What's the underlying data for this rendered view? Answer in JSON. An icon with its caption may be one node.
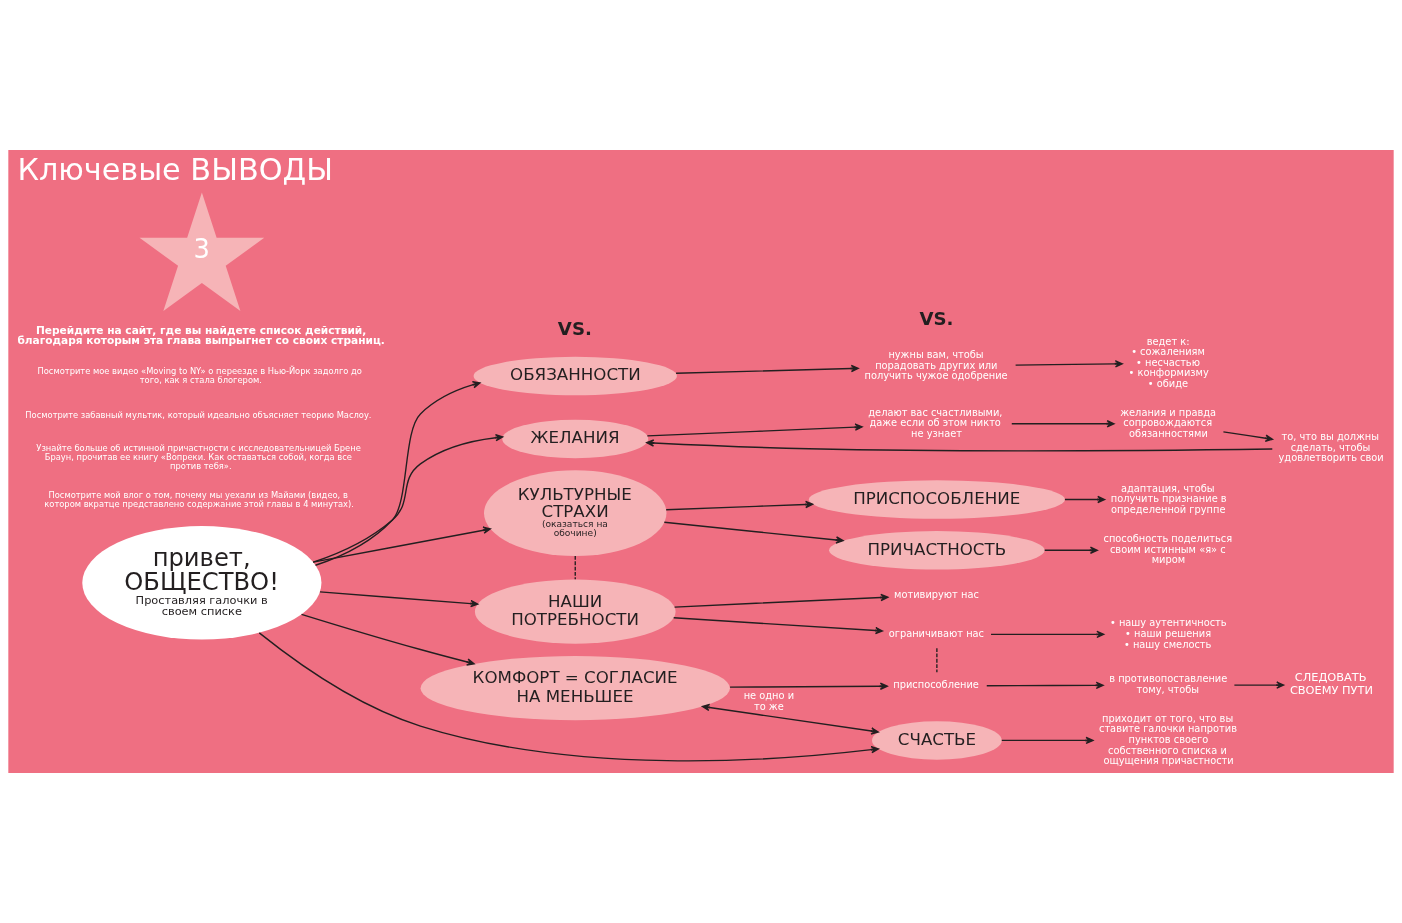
{
  "diagram": {
    "title": "Ключевые ВЫВОДЫ",
    "nodes": [
      {
        "text": [
          "3"
        ]
      },
      {
        "text": [
          "ОБЯЗАННОСТИ"
        ]
      },
      {
        "text": [
          "ЖЕЛАНИЯ"
        ]
      },
      {
        "text": [
          "привет, ОБЩЕСТВО!",
          "Проставляя галочки в своем списке"
        ]
      },
      {
        "text": [
          "КУЛЬТУРНЫЕ СТРАХИ",
          "(оказаться на обочине)"
        ]
      },
      {
        "text": [
          "ПРИСПОСОБЛЕНИЕ"
        ]
      },
      {
        "text": [
          "ПРИЧАСТНОСТЬ"
        ]
      },
      {
        "text": [
          "НАШИ ПОТРЕБНОСТИ"
        ]
      },
      {
        "text": [
          "КОМФОРТ = СОГЛАСИЕ НА МЕНЬШЕЕ"
        ]
      },
      {
        "text": [
          "СЧАСТЬЕ"
        ]
      },
      {
        "text": [
          "нужны вам, чтобы порадовать других или получить чужое одобрение"
        ]
      },
      {
        "text": [
          "ведет к:",
          "• сожалениям",
          "• несчастью",
          "• конформизму",
          "• обиде"
        ]
      },
      {
        "text": [
          "делают вас счастливыми, даже если об этом никто не узнает"
        ]
      },
      {
        "text": [
          "желания и правда сопровождаются обязанностями"
        ]
      },
      {
        "text": [
          "то, что вы должны сделать, чтобы удовлетворить свои"
        ]
      },
      {
        "text": [
          "адаптация, чтобы получить признание в определенной группе"
        ]
      },
      {
        "text": [
          "способность поделиться своим истинным «я» с миром"
        ]
      },
      {
        "text": [
          "мотивируют нас"
        ]
      },
      {
        "text": [
          "ограничивают нас"
        ]
      },
      {
        "text": [
          "• нашу аутентичность",
          "• наши решения",
          "• нашу смелость"
        ]
      },
      {
        "text": [
          "приспособление"
        ]
      },
      {
        "text": [
          "в противопоставление тому, чтобы"
        ]
      },
      {
        "text": [
          "СЛЕДОВАТЬ СВОЕМУ ПУТИ"
        ]
      },
      {
        "text": [
          "приходит от того, что вы ставите галочки напротив пунктов своего собственного списка и ощущения причастности"
        ]
      }
    ],
    "edges": [
      {
        "from": 3,
        "to": 1,
        "arrow": "to"
      },
      {
        "from": 3,
        "to": 2,
        "arrow": "to"
      },
      {
        "from": 3,
        "to": 4,
        "arrow": "to"
      },
      {
        "from": 3,
        "to": 7,
        "arrow": "to"
      },
      {
        "from": 3,
        "to": 8,
        "arrow": "to"
      },
      {
        "from": 3,
        "to": 9,
        "arrow": "to"
      },
      {
        "from": 1,
        "to": 10,
        "arrow": "to"
      },
      {
        "from": 10,
        "to": 11,
        "arrow": "to"
      },
      {
        "from": 2,
        "to": 12,
        "arrow": "to"
      },
      {
        "from": 12,
        "to": 13,
        "arrow": "to"
      },
      {
        "from": 13,
        "to": 14,
        "arrow": "to"
      },
      {
        "from": 14,
        "to": 2,
        "arrow": "to"
      },
      {
        "from": 4,
        "to": 5,
        "arrow": "to"
      },
      {
        "from": 4,
        "to": 6,
        "arrow": "to"
      },
      {
        "from": 4,
        "to": 7,
        "arrow": "none",
        "style": "dashed"
      },
      {
        "from": 5,
        "to": 15,
        "arrow": "to"
      },
      {
        "from": 6,
        "to": 16,
        "arrow": "to"
      },
      {
        "from": 7,
        "to": 17,
        "arrow": "to"
      },
      {
        "from": 7,
        "to": 18,
        "arrow": "to"
      },
      {
        "from": 18,
        "to": 19,
        "arrow": "to"
      },
      {
        "from": 18,
        "to": 20,
        "arrow": "none",
        "style": "dashed"
      },
      {
        "from": 8,
        "to": 20,
        "arrow": "to"
      },
      {
        "from": 20,
        "to": 21,
        "arrow": "to"
      },
      {
        "from": 21,
        "to": 22,
        "arrow": "to"
      },
      {
        "from": 8,
        "to": 9,
        "arrow": "both",
        "label": "не одно и то же"
      },
      {
        "from": 9,
        "to": 23,
        "arrow": "to"
      }
    ],
    "labels": [
      "Перейдите на сайт, где вы найдете список действий, благодаря которым эта глава выпрыгнет со своих страниц.",
      "Посмотрите мое видео «Moving to NY» о переезде в Нью-Йорк задолго до того, как я стала блогером.",
      "Посмотрите забавный мультик, который идеально объясняет теорию Маслоу.",
      "Узнайте больше об истинной причастности с исследовательницей Брене Браун, прочитав ее книгу «Вопреки. Как оставаться собой, когда все против тебя».",
      "Посмотрите мой влог о том, почему мы уехали из Майами (видео, в котором вкратце представлено содержание этой главы в 4 минутах).",
      "VS.",
      "VS."
    ]
  }
}
